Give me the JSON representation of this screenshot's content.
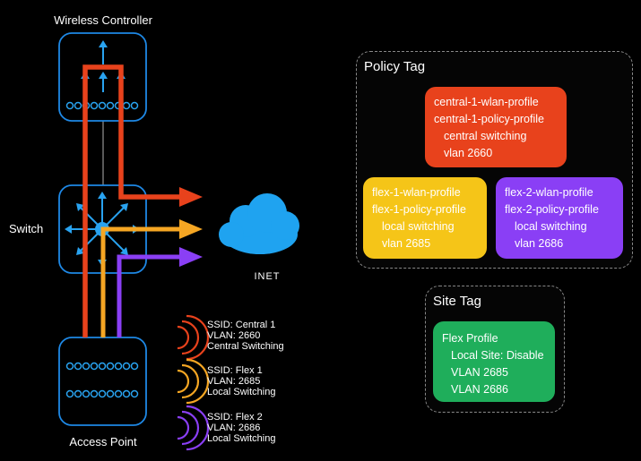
{
  "devices": {
    "wireless_controller": "Wireless Controller",
    "switch": "Switch",
    "access_point": "Access Point",
    "inet": "INET"
  },
  "ssids": [
    {
      "ssid": "SSID: Central 1",
      "vlan": "VLAN: 2660",
      "mode": "Central Switching",
      "color": "#e8421c"
    },
    {
      "ssid": "SSID: Flex 1",
      "vlan": "VLAN: 2685",
      "mode": "Local Switching",
      "color": "#f5a623"
    },
    {
      "ssid": "SSID: Flex 2",
      "vlan": "VLAN: 2686",
      "mode": "Local Switching",
      "color": "#8a3ff5"
    }
  ],
  "policy_tag": {
    "title": "Policy Tag",
    "central": {
      "color": "#e8421c",
      "lines": [
        "central-1-wlan-profile",
        "central-1-policy-profile",
        "central switching",
        "vlan 2660"
      ]
    },
    "flex1": {
      "color": "#f5c518",
      "lines": [
        "flex-1-wlan-profile",
        "flex-1-policy-profile",
        "local switching",
        "vlan 2685"
      ]
    },
    "flex2": {
      "color": "#8a3ff5",
      "lines": [
        "flex-2-wlan-profile",
        "flex-2-policy-profile",
        "local switching",
        "vlan 2686"
      ]
    }
  },
  "site_tag": {
    "title": "Site Tag",
    "profile": {
      "color": "#1fae5b",
      "lines": [
        "Flex Profile",
        "Local Site: Disable",
        "VLAN 2685",
        "VLAN 2686"
      ]
    }
  },
  "colors": {
    "device_border": "#1e88e5",
    "device_icon": "#29a3f0",
    "central": "#e8421c",
    "flex1": "#f5a623",
    "flex2": "#8a3ff5",
    "cloud": "#1fa3f0"
  }
}
